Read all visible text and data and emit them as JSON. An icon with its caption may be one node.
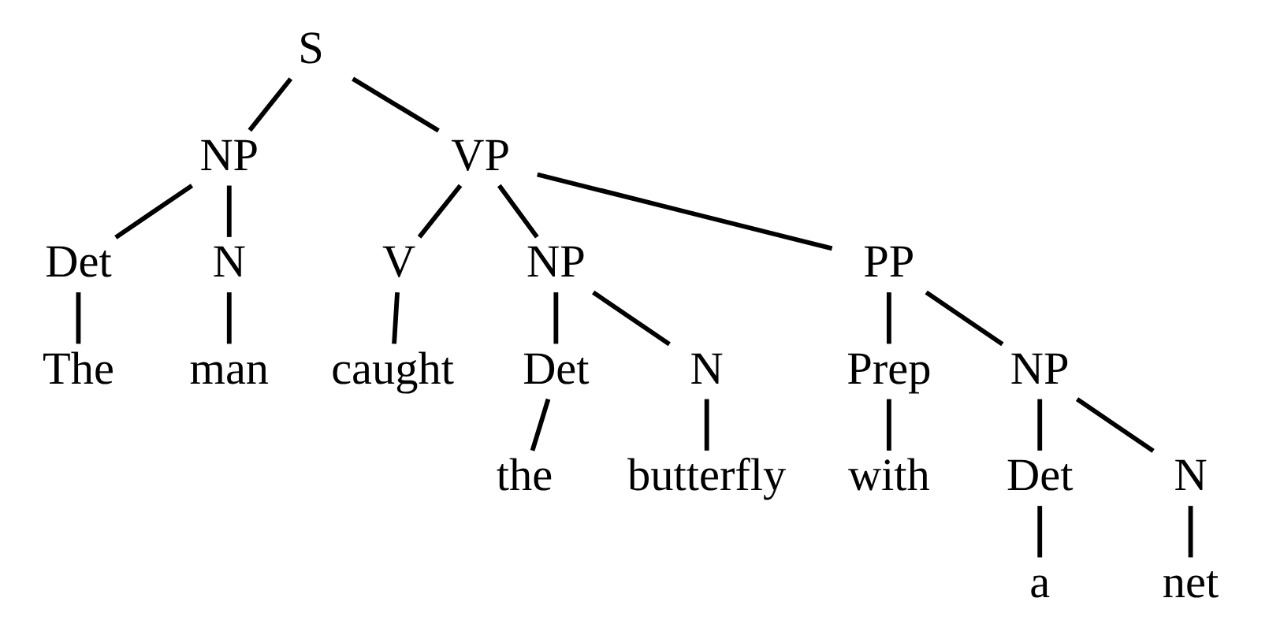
{
  "diagram": {
    "nodes": [
      {
        "text": [
          "S"
        ]
      },
      {
        "text": [
          "NP"
        ]
      },
      {
        "text": [
          "VP"
        ]
      },
      {
        "text": [
          "Det"
        ]
      },
      {
        "text": [
          "N"
        ]
      },
      {
        "text": [
          "V"
        ]
      },
      {
        "text": [
          "NP"
        ]
      },
      {
        "text": [
          "PP"
        ]
      },
      {
        "text": [
          "The"
        ]
      },
      {
        "text": [
          "man"
        ]
      },
      {
        "text": [
          "caught"
        ]
      },
      {
        "text": [
          "Det"
        ]
      },
      {
        "text": [
          "N"
        ]
      },
      {
        "text": [
          "Prep"
        ]
      },
      {
        "text": [
          "NP"
        ]
      },
      {
        "text": [
          "the"
        ]
      },
      {
        "text": [
          "butterfly"
        ]
      },
      {
        "text": [
          "with"
        ]
      },
      {
        "text": [
          "Det"
        ]
      },
      {
        "text": [
          "N"
        ]
      },
      {
        "text": [
          "a"
        ]
      },
      {
        "text": [
          "net"
        ]
      }
    ],
    "edges": [
      {
        "from": 0,
        "to": 1,
        "arrow": "none"
      },
      {
        "from": 0,
        "to": 2,
        "arrow": "none"
      },
      {
        "from": 1,
        "to": 3,
        "arrow": "none"
      },
      {
        "from": 1,
        "to": 4,
        "arrow": "none"
      },
      {
        "from": 2,
        "to": 5,
        "arrow": "none"
      },
      {
        "from": 2,
        "to": 6,
        "arrow": "none"
      },
      {
        "from": 2,
        "to": 7,
        "arrow": "none"
      },
      {
        "from": 3,
        "to": 8,
        "arrow": "none"
      },
      {
        "from": 4,
        "to": 9,
        "arrow": "none"
      },
      {
        "from": 5,
        "to": 10,
        "arrow": "none"
      },
      {
        "from": 6,
        "to": 11,
        "arrow": "none"
      },
      {
        "from": 6,
        "to": 12,
        "arrow": "none"
      },
      {
        "from": 7,
        "to": 13,
        "arrow": "none"
      },
      {
        "from": 7,
        "to": 14,
        "arrow": "none"
      },
      {
        "from": 11,
        "to": 15,
        "arrow": "none"
      },
      {
        "from": 12,
        "to": 16,
        "arrow": "none"
      },
      {
        "from": 13,
        "to": 17,
        "arrow": "none"
      },
      {
        "from": 14,
        "to": 18,
        "arrow": "none"
      },
      {
        "from": 14,
        "to": 19,
        "arrow": "none"
      },
      {
        "from": 18,
        "to": 20,
        "arrow": "none"
      },
      {
        "from": 19,
        "to": 21,
        "arrow": "none"
      }
    ]
  }
}
